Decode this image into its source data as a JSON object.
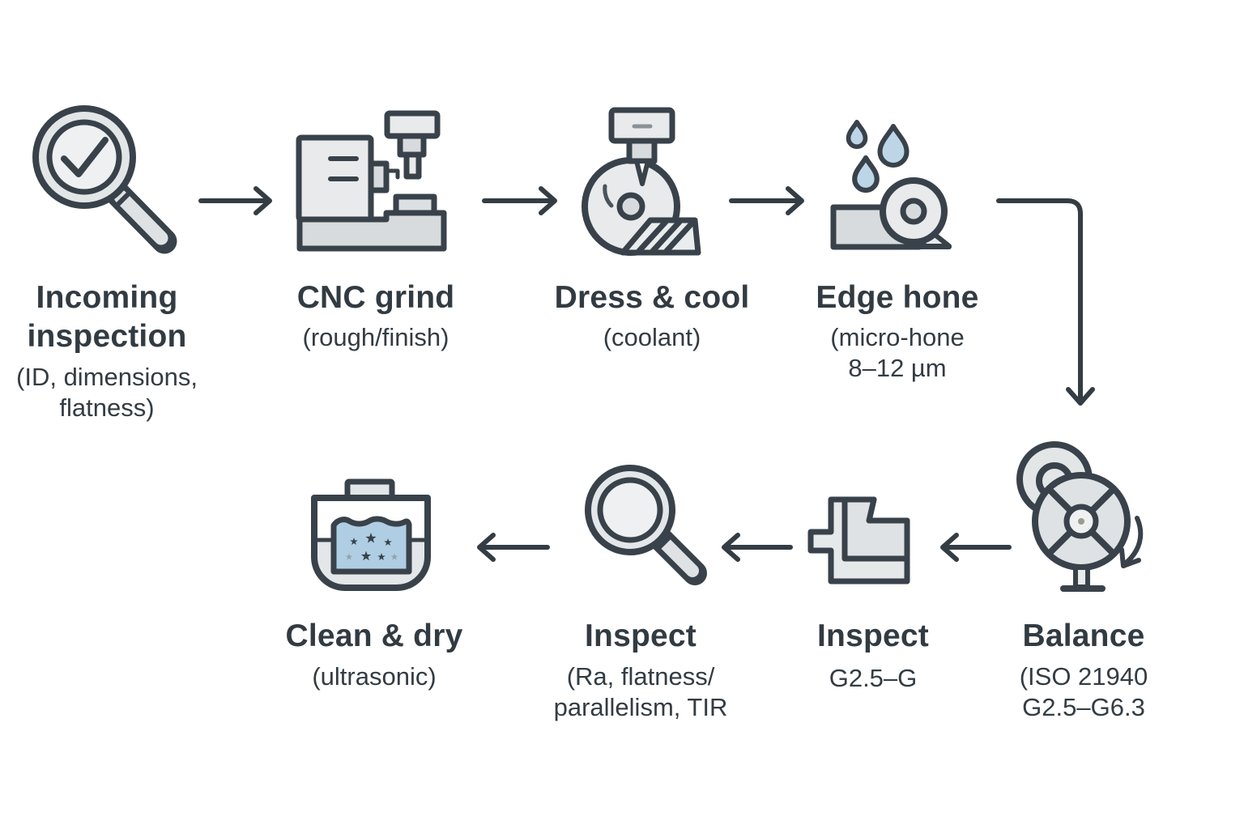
{
  "diagram": {
    "kind": "process-flow",
    "rows": 2,
    "colors": {
      "outline": "#39424A",
      "text_title": "#323B42",
      "text_subtitle": "#333C43",
      "fill_light": "#E8EAEB",
      "fill_lighter": "#EEF0F1",
      "fill_medium": "#D8DBDD",
      "droplet_blue": "#BDD6E7",
      "bath_blue": "#AFCEE3",
      "background": "#FFFFFF"
    }
  },
  "steps": [
    {
      "id": "incoming-inspection",
      "icon": "magnifier-check-icon",
      "title_lines": [
        "Incoming",
        "inspection"
      ],
      "subtitle_lines": [
        "(ID, dimensions,",
        "flatness)"
      ]
    },
    {
      "id": "cnc-grind",
      "icon": "cnc-machine-icon",
      "title_lines": [
        "CNC grind"
      ],
      "subtitle_lines": [
        "(rough/finish)"
      ]
    },
    {
      "id": "dress-cool",
      "icon": "grinding-wheel-dresser-icon",
      "title_lines": [
        "Dress & cool"
      ],
      "subtitle_lines": [
        "(coolant)"
      ]
    },
    {
      "id": "edge-hone",
      "icon": "droplets-roll-icon",
      "title_lines": [
        "Edge hone"
      ],
      "subtitle_lines": [
        "(micro-hone",
        "8–12 µm"
      ]
    },
    {
      "id": "balance",
      "icon": "balance-wheel-icon",
      "title_lines": [
        "Balance"
      ],
      "subtitle_lines": [
        "(ISO 21940",
        "G2.5–G6.3"
      ]
    },
    {
      "id": "inspect-gauge",
      "icon": "gauge-block-icon",
      "title_lines": [
        "Inspect"
      ],
      "subtitle_lines": [
        "G2.5–G"
      ]
    },
    {
      "id": "inspect-surface",
      "icon": "magnifier-icon",
      "title_lines": [
        "Inspect"
      ],
      "subtitle_lines": [
        "(Ra, flatness/",
        "parallelism, TIR"
      ]
    },
    {
      "id": "clean-dry",
      "icon": "ultrasonic-bath-icon",
      "title_lines": [
        "Clean & dry"
      ],
      "subtitle_lines": [
        "(ultrasonic)"
      ]
    }
  ],
  "arrows": [
    {
      "from": "incoming-inspection",
      "to": "cnc-grind",
      "direction": "right"
    },
    {
      "from": "cnc-grind",
      "to": "dress-cool",
      "direction": "right"
    },
    {
      "from": "dress-cool",
      "to": "edge-hone",
      "direction": "right"
    },
    {
      "from": "edge-hone",
      "to": "balance",
      "direction": "right-then-down"
    },
    {
      "from": "balance",
      "to": "inspect-gauge",
      "direction": "left"
    },
    {
      "from": "inspect-gauge",
      "to": "inspect-surface",
      "direction": "left"
    },
    {
      "from": "inspect-surface",
      "to": "clean-dry",
      "direction": "left"
    }
  ]
}
